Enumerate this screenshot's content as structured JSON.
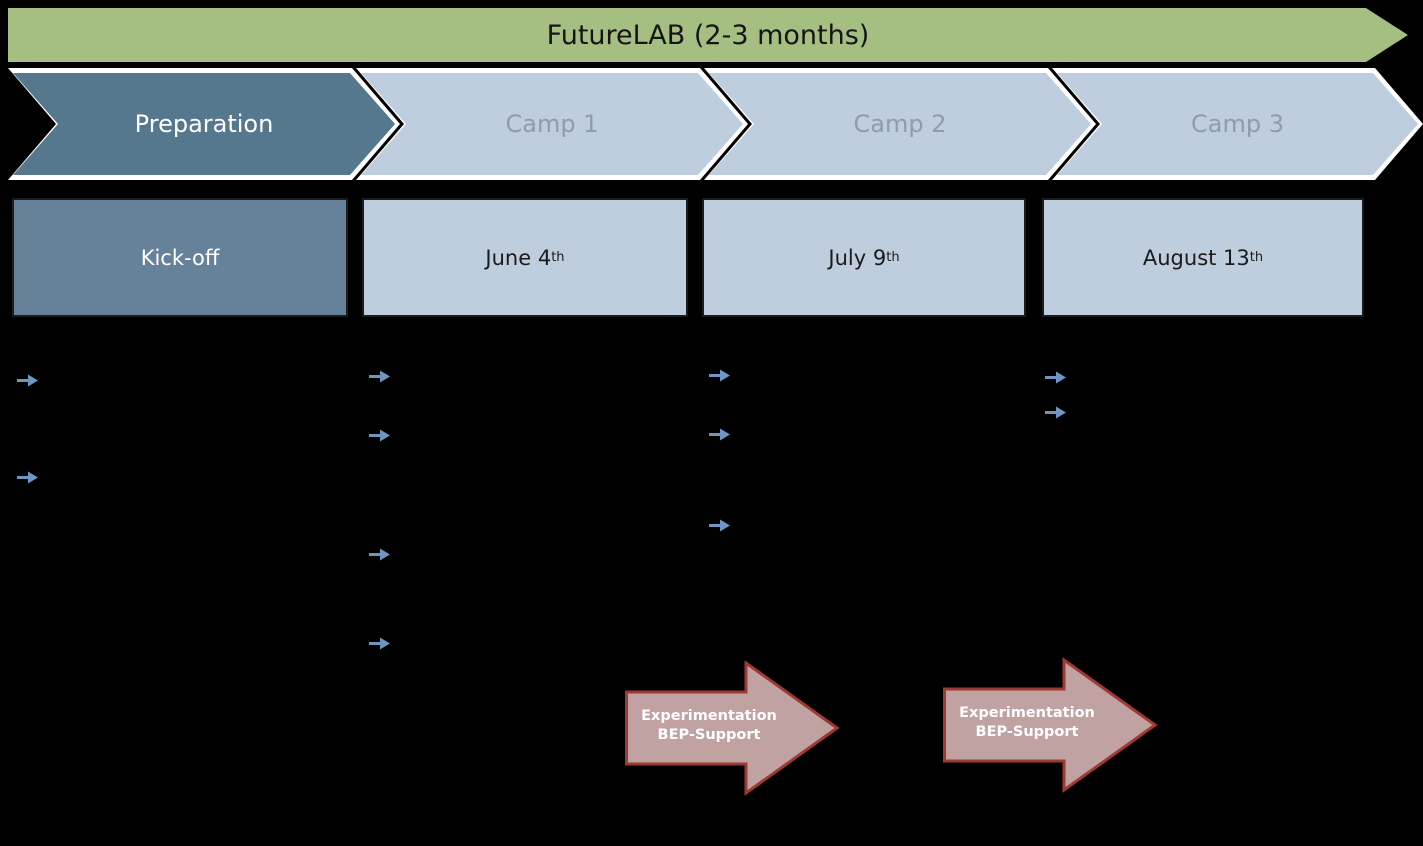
{
  "banner": {
    "label": "FutureLAB (2-3 months)"
  },
  "phases": {
    "items": [
      {
        "label": "Preparation",
        "state": "current"
      },
      {
        "label": "Camp 1",
        "state": "upcoming"
      },
      {
        "label": "Camp 2",
        "state": "upcoming"
      },
      {
        "label": "Camp 3",
        "state": "upcoming"
      }
    ]
  },
  "milestones": [
    {
      "label": "Kick-off",
      "sup": ""
    },
    {
      "label": "June 4",
      "sup": "th"
    },
    {
      "label": "July 9",
      "sup": "th"
    },
    {
      "label": "August 13",
      "sup": "th"
    }
  ],
  "bullets": {
    "icon": "right-arrow",
    "columns": [
      {
        "phase": "Preparation",
        "count": 2
      },
      {
        "phase": "Camp 1",
        "count": 4
      },
      {
        "phase": "Camp 2",
        "count": 3
      },
      {
        "phase": "Camp 3",
        "count": 2
      }
    ]
  },
  "support_arrows": {
    "items": [
      {
        "line1": "Experimentation",
        "line2": "BEP-Support"
      },
      {
        "line1": "Experimentation",
        "line2": "BEP-Support"
      }
    ]
  },
  "colors": {
    "bg": "#000000",
    "banner_fill": "#a5bf82",
    "banner_text": "#151515",
    "phase_active_fill": "#55788f",
    "phase_active_text": "#ffffff",
    "phase_fill": "#becede",
    "phase_text": "#8e9cab",
    "phase_outline": "#ffffff",
    "box_dark_fill": "#66829b",
    "box_dark_text": "#ffffff",
    "box_light_fill": "#becede",
    "box_light_text": "#1a1a1a",
    "box_border": "#1b1b1b",
    "bullet": "#6f96c2",
    "arrow_fill": "#c0a2a2",
    "arrow_border": "#9e3a31",
    "arrow_text": "#ffffff"
  }
}
